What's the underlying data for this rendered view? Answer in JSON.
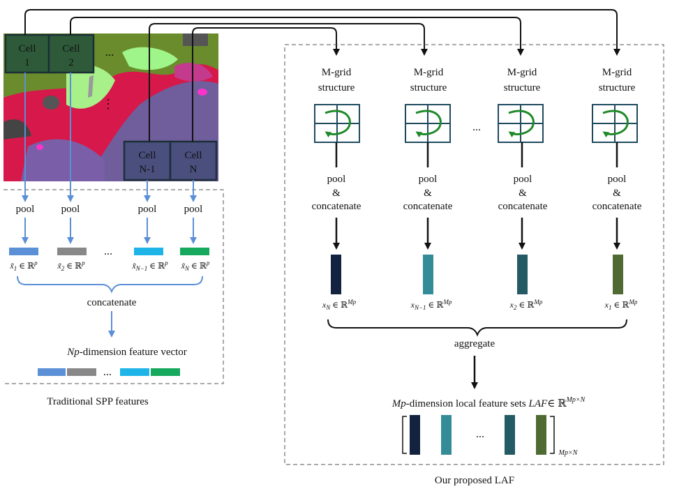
{
  "colors": {
    "blue_arrow": "#5b8fd6",
    "black": "#111111",
    "dash": "#555555",
    "grid_line": "#1e4a5e",
    "grid_arrow": "#1f8a2a",
    "cell_fill": "#2e5a3a",
    "cell_border": "#1b2f37",
    "trad_bars": [
      "#5b8fd6",
      "#888888",
      "#1eb4e8",
      "#16a85c"
    ],
    "laf_bars": [
      "#13233f",
      "#348c98",
      "#235a63",
      "#4f6a32"
    ]
  },
  "icons": {
    "grid": "m-grid-icon",
    "rotation_arrow": "curved-arrow-icon",
    "bracket": "square-bracket-icon"
  },
  "map": {
    "cells": [
      {
        "line1": "Cell",
        "line2": "1"
      },
      {
        "line1": "Cell",
        "line2": "2"
      },
      {
        "line1": "Cell",
        "line2": "N-1"
      },
      {
        "line1": "Cell",
        "line2": "N"
      }
    ],
    "ellipsis_top": "...",
    "ellipsis_vertical": "⋮"
  },
  "traditional": {
    "pool_label": "pool",
    "ellipsis": "...",
    "features": [
      {
        "sym": "x̃",
        "sub": "1",
        "set": " ∈ ℝ",
        "sup": "p"
      },
      {
        "sym": "x̃",
        "sub": "2",
        "set": " ∈ ℝ",
        "sup": "p"
      },
      {
        "sym": "x̃",
        "sub": "N−1",
        "set": " ∈ ℝ",
        "sup": "p"
      },
      {
        "sym": "x̃",
        "sub": "N",
        "set": " ∈ ℝ",
        "sup": "p"
      }
    ],
    "concatenate_label": "concatenate",
    "vector_label_italic": "Np",
    "vector_label_rest": "-dimension feature vector",
    "caption": "Traditional SPP features"
  },
  "laf": {
    "mgrid_line1": "M-grid",
    "mgrid_line2": "structure",
    "pool_line1": "pool",
    "pool_line2": "&",
    "pool_line3": "concatenate",
    "ellipsis": "...",
    "features": [
      {
        "sym": "x",
        "sub": "N",
        "set": " ∈ ℝ",
        "sup": "Mp"
      },
      {
        "sym": "x",
        "sub": "N−1",
        "set": " ∈ ℝ",
        "sup": "Mp"
      },
      {
        "sym": "x",
        "sub": "2",
        "set": " ∈ ℝ",
        "sup": "Mp"
      },
      {
        "sym": "x",
        "sub": "1",
        "set": " ∈ ℝ",
        "sup": "Mp"
      }
    ],
    "aggregate_label": "aggregate",
    "set_label_italic": "Mp",
    "set_label_mid": "-dimension local feature sets ",
    "set_label_name": "LAF",
    "set_label_in": "∈ ℝ",
    "set_label_sup": "Mp×N",
    "matrix_ellipsis": "...",
    "matrix_sub": "Mp×N",
    "caption": "Our proposed LAF"
  }
}
